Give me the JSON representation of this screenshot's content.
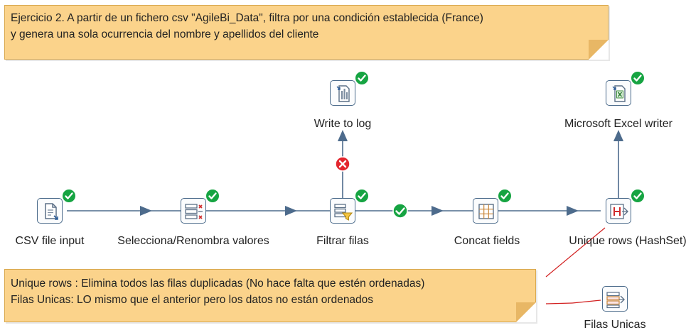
{
  "notes": {
    "exercise": {
      "line1": "Ejercicio 2. A partir de un fichero csv \"AgileBi_Data\", filtra por una condición establecida (France)",
      "line2": "y genera una sola ocurrencia del nombre y apellidos del cliente"
    },
    "explanation": {
      "line1": "Unique rows : Elimina todos las filas duplicadas (No hace falta que estén ordenadas)",
      "line2": "Filas Unicas: LO mismo que el anterior pero los datos no están ordenados"
    }
  },
  "steps": {
    "csv_input": {
      "label": "CSV file input",
      "icon": "file-input-icon"
    },
    "select_values": {
      "label": "Selecciona/Renombra valores",
      "icon": "select-values-icon"
    },
    "filter_rows": {
      "label": "Filtrar filas",
      "icon": "filter-icon"
    },
    "write_to_log": {
      "label": "Write to log",
      "icon": "log-file-icon"
    },
    "concat_fields": {
      "label": "Concat fields",
      "icon": "concat-grid-icon"
    },
    "unique_rows": {
      "label": "Unique rows (HashSet)",
      "icon": "hashset-icon"
    },
    "excel_writer": {
      "label": "Microsoft Excel writer",
      "icon": "excel-file-icon"
    },
    "filas_unicas": {
      "label": "Filas Unicas",
      "icon": "unique-rows-icon"
    }
  },
  "colors": {
    "hop": "#4d6b8c",
    "ok": "#16a442",
    "error": "#e3262e",
    "note_bg": "#fbd38b",
    "annotation_line": "#d21f1f"
  }
}
